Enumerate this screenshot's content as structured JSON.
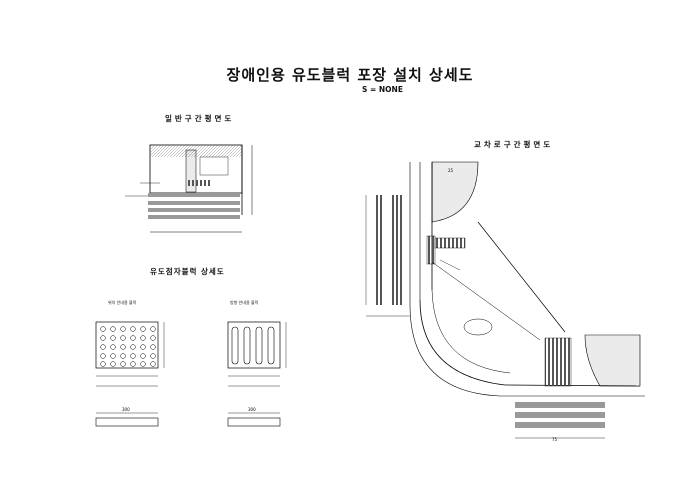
{
  "sheet": {
    "title": "장애인용 유도블럭 포장 설치 상세도",
    "scale": "S = NONE"
  },
  "sections": {
    "general_plan": "일반구간평면도",
    "intersection_plan": "교차로구간평면도",
    "block_detail": "유도점자블럭 상세도",
    "dot_block": "위치 안내용 블럭",
    "line_block": "방향 안내용 블럭"
  },
  "dims": {
    "d300": "300",
    "d25": "25",
    "d75": "75"
  }
}
